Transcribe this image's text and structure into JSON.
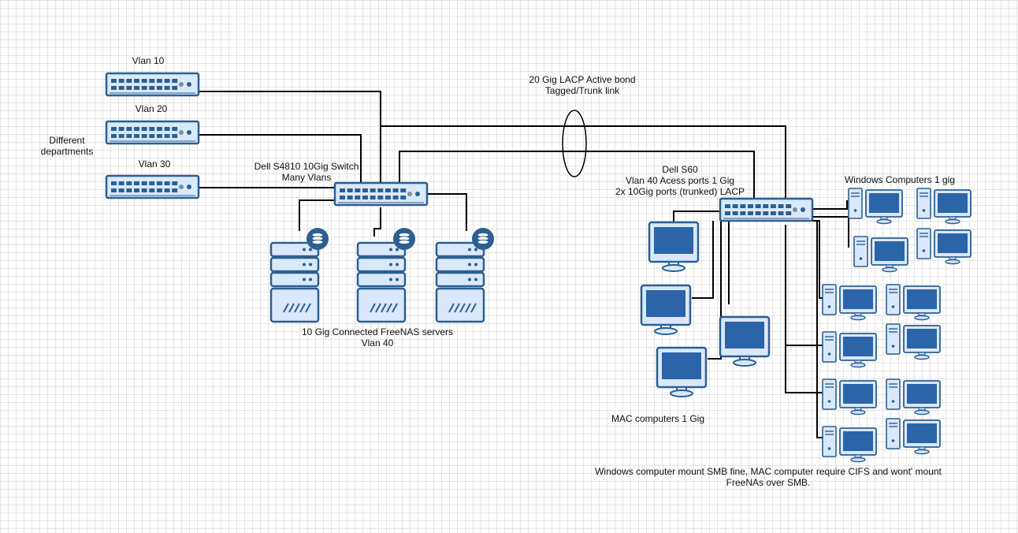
{
  "labels": {
    "vlan10": "Vlan 10",
    "vlan20": "Vlan 20",
    "vlan30": "Vlan 30",
    "departments": [
      "Different",
      "departments"
    ],
    "core_switch": [
      "Dell S4810 10Gig Switch",
      "Many Vlans"
    ],
    "bond": [
      "20 Gig LACP Active bond",
      "Tagged/Trunk link"
    ],
    "s60": [
      "Dell S60",
      "Vlan 40 Acess ports 1 Gig",
      "2x 10Gig ports (trunked) LACP"
    ],
    "windows": "Windows Computers 1 gig",
    "freenas": [
      "10 Gig Connected FreeNAS servers",
      "Vlan 40"
    ],
    "mac": "MAC computers 1 Gig",
    "note": [
      "Windows computer mount SMB fine, MAC computer require CIFS and wont' mount",
      "FreeNAs over SMB."
    ]
  },
  "colors": {
    "device_fill": "#dae8fc",
    "device_stroke": "#2c5f91",
    "screen": "#2c64a8",
    "line": "#000000"
  },
  "icons": {
    "switch": "network-switch-icon",
    "server": "database-server-icon",
    "monitor": "mac-monitor-icon",
    "pc": "windows-pc-icon"
  }
}
